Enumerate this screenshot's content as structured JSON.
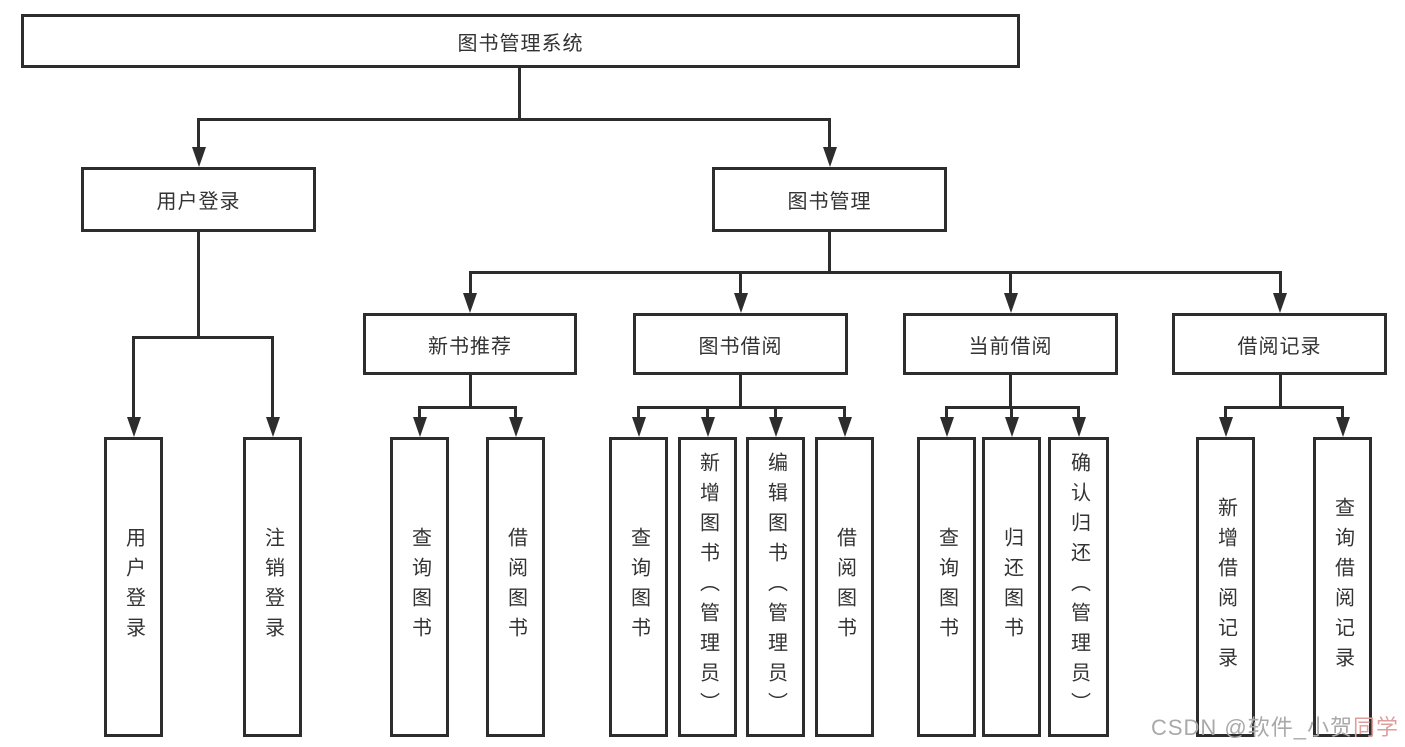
{
  "diagram": {
    "root": "图书管理系统",
    "level2": [
      "用户登录",
      "图书管理"
    ],
    "level3": [
      "新书推荐",
      "图书借阅",
      "当前借阅",
      "借阅记录"
    ],
    "leaves_user": [
      "用户登录",
      "注销登录"
    ],
    "leaves_newbook": [
      "查询图书",
      "借阅图书"
    ],
    "leaves_borrow": [
      "查询图书",
      "新增图书（管理员）",
      "编辑图书（管理员）",
      "借阅图书"
    ],
    "leaves_current": [
      "查询图书",
      "归还图书",
      "确认归还（管理员）"
    ],
    "leaves_record": [
      "新增借阅记录",
      "查询借阅记录"
    ]
  },
  "watermark": {
    "prefix": "CSDN @软件_小贺",
    "suffix": "同学"
  },
  "colors": {
    "line": "#2d2d2d",
    "text": "#333333",
    "background": "#ffffff",
    "watermark_gray": "#a9a9a9",
    "watermark_pink": "#df9e9e"
  }
}
